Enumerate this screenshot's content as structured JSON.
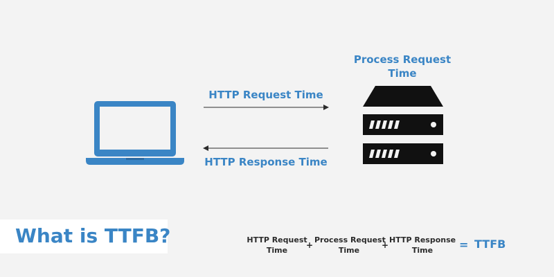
{
  "diagram": {
    "process_label": [
      "Process Request",
      "Time"
    ],
    "request_label": "HTTP Request Time",
    "response_label": "HTTP Response Time"
  },
  "title": "What is TTFB?",
  "formula": {
    "terms": [
      [
        "HTTP Request",
        "Time"
      ],
      [
        "Process Request",
        "Time"
      ],
      [
        "HTTP Response",
        "Time"
      ]
    ],
    "plus": "+",
    "equals": "=",
    "result": "TTFB"
  },
  "colors": {
    "accent": "#3a85c5",
    "text": "#2b2b2b",
    "server": "#111111",
    "background": "#f3f3f3"
  },
  "icons": {
    "client": "laptop-icon",
    "server": "server-icon"
  }
}
